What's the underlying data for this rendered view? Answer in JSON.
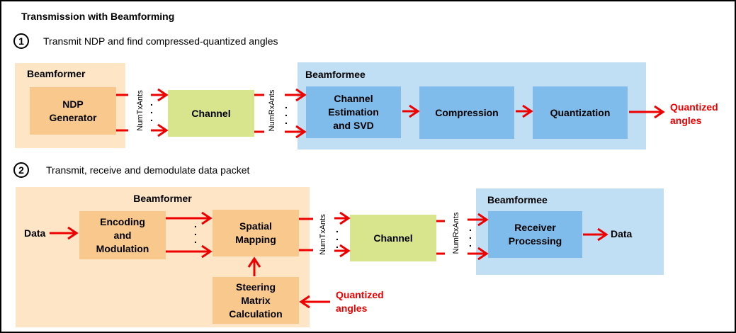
{
  "title": "Transmission with Beamforming",
  "steps": [
    {
      "number": "1",
      "text": "Transmit NDP and  find compressed-quantized angles"
    },
    {
      "number": "2",
      "text": "Transmit, receive and demodulate data packet"
    }
  ],
  "stage1": {
    "beamformer_label": "Beamformer",
    "beamformee_label": "Beamformee",
    "blocks": {
      "ndp": "NDP\nGenerator",
      "channel": "Channel",
      "channel_est": "Channel\nEstimation\nand SVD",
      "compression": "Compression",
      "quantization": "Quantization"
    },
    "tx_label": "NumTxAnts",
    "rx_label": "NumRxAnts",
    "output_label": "Quantized\nangles"
  },
  "stage2": {
    "beamformer_label": "Beamformer",
    "beamformee_label": "Beamformee",
    "input_label": "Data",
    "blocks": {
      "encoding": "Encoding\nand\nModulation",
      "spatial": "Spatial\nMapping",
      "steering": "Steering\nMatrix\nCalculation",
      "channel": "Channel",
      "receiver": "Receiver\nProcessing"
    },
    "tx_label": "NumTxAnts",
    "rx_label": "NumRxAnts",
    "steering_input_label": "Quantized\nangles",
    "output_label": "Data"
  },
  "dots": ".\n.\n.",
  "colors": {
    "arrow": "#ee0000",
    "orange_group": "#fde5c6",
    "orange_block": "#f9c88d",
    "blue_group": "#c0dff5",
    "blue_block": "#7fbcec",
    "green_block": "#d8e58d"
  }
}
